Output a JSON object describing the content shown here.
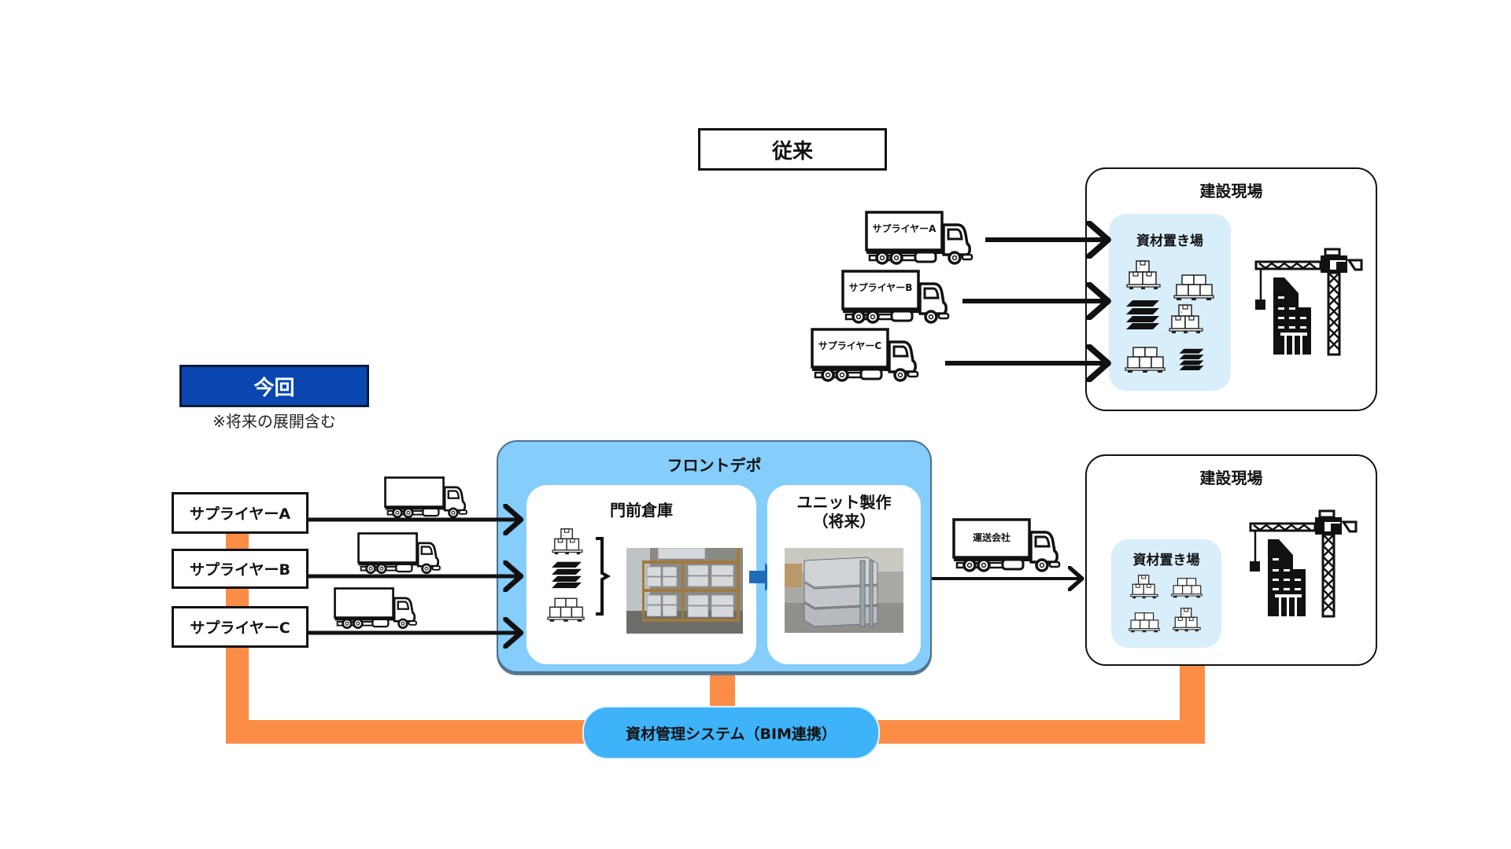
{
  "conventional": {
    "title": "従来",
    "trucks": [
      {
        "label": "サプライヤーA"
      },
      {
        "label": "サプライヤーB"
      },
      {
        "label": "サプライヤーC"
      }
    ],
    "site": {
      "title": "建設現場",
      "yard_title": "資材置き場"
    }
  },
  "current": {
    "title": "今回",
    "note": "※将来の展開含む",
    "suppliers": [
      {
        "label": "サプライヤーA"
      },
      {
        "label": "サプライヤーB"
      },
      {
        "label": "サプライヤーC"
      }
    ],
    "front_depot": {
      "title": "フロントデポ",
      "warehouse_title": "門前倉庫",
      "unit_title_line1": "ユニット製作",
      "unit_title_line2": "（将来）"
    },
    "delivery_truck": {
      "label": "運送会社"
    },
    "site": {
      "title": "建設現場",
      "yard_title": "資材置き場"
    },
    "system": {
      "label": "資材管理システム（BIM連携）"
    }
  },
  "colors": {
    "konkai_blue": "#0a47b0",
    "depot_blue": "#85cdfb",
    "yard_blue": "#d8eefb",
    "system_blue": "#3eb3f9",
    "link_orange": "#fb8d46",
    "flow_arrow_blue": "#1f6bb8"
  }
}
